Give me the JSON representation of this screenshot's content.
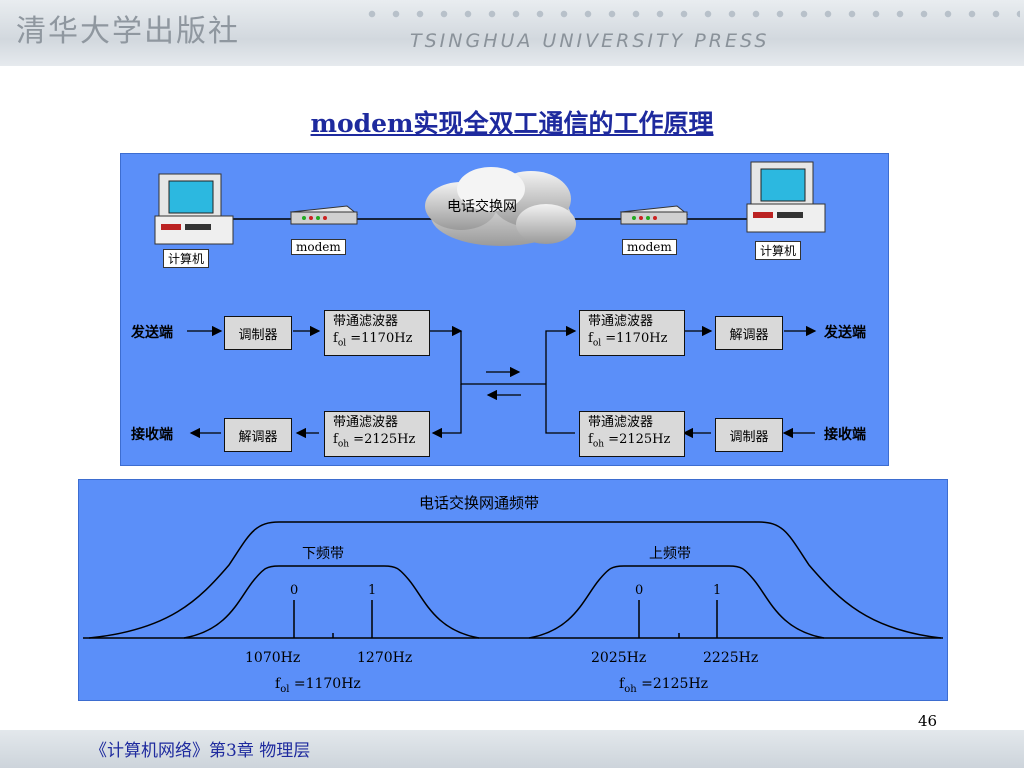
{
  "header": {
    "publisher_cn": "清华大学出版社",
    "publisher_en": "TSINGHUA UNIVERSITY PRESS"
  },
  "slide": {
    "title": "modem实现全双工通信的工作原理",
    "page_number": "46",
    "footer": "《计算机网络》第3章 物理层"
  },
  "network": {
    "computer_label": "计算机",
    "modem_label": "modem",
    "cloud_label": "电话交换网"
  },
  "flow": {
    "send_end": "发送端",
    "receive_end": "接收端",
    "modulator": "调制器",
    "demodulator": "解调器",
    "bandpass_filter": "带通滤波器",
    "f_low": "=1170Hz",
    "f_high": "=2125Hz",
    "f_sym": "f",
    "sub_low": "ol",
    "sub_high": "oh"
  },
  "band": {
    "title": "电话交换网通频带",
    "lower": "下频带",
    "upper": "上频带",
    "bit0": "0",
    "bit1": "1",
    "f1070": "1070Hz",
    "f1270": "1270Hz",
    "f2025": "2025Hz",
    "f2225": "2225Hz",
    "fol": "=1170Hz",
    "foh": "=2125Hz"
  }
}
